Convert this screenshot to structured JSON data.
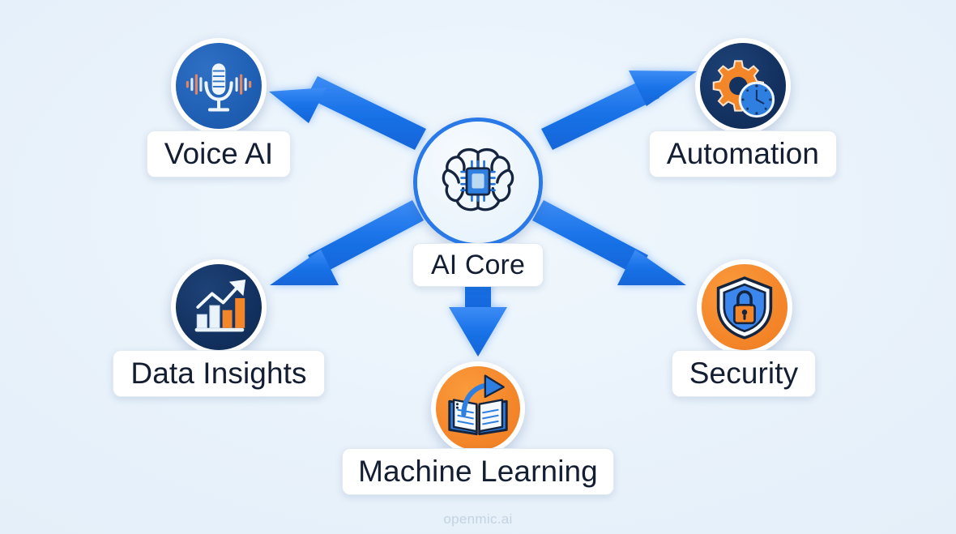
{
  "diagram": {
    "title": "AI Core",
    "watermark": "openmic.ai",
    "background_color": "#e9f2fb",
    "arrow_color": "#1a73e8",
    "center": {
      "label": "AI Core",
      "icon": "brain-chip-icon",
      "disc_color": "#eff6fc"
    },
    "nodes": [
      {
        "id": "voice-ai",
        "label": "Voice AI",
        "icon": "microphone-waveform-icon",
        "disc_color": "#1f5fb4",
        "arrow_direction": "up-left"
      },
      {
        "id": "automation",
        "label": "Automation",
        "icon": "gear-clock-icon",
        "disc_color": "#133160",
        "arrow_direction": "up-right"
      },
      {
        "id": "data-insights",
        "label": "Data Insights",
        "icon": "bar-chart-arrow-icon",
        "disc_color": "#133160",
        "arrow_direction": "down-left"
      },
      {
        "id": "security",
        "label": "Security",
        "icon": "shield-lock-icon",
        "disc_color": "#f4862a",
        "arrow_direction": "down-right"
      },
      {
        "id": "machine-learning",
        "label": "Machine Learning",
        "icon": "open-book-arrow-icon",
        "disc_color": "#f4862a",
        "arrow_direction": "down"
      }
    ]
  },
  "chart_data": {
    "type": "diagram",
    "title": "AI Core",
    "layout": "radial hub-and-spoke",
    "hub": "AI Core",
    "spokes": [
      "Voice AI",
      "Automation",
      "Data Insights",
      "Security",
      "Machine Learning"
    ],
    "edges": [
      {
        "from": "AI Core",
        "to": "Voice AI",
        "style": "arrow"
      },
      {
        "from": "AI Core",
        "to": "Automation",
        "style": "arrow"
      },
      {
        "from": "AI Core",
        "to": "Data Insights",
        "style": "arrow"
      },
      {
        "from": "AI Core",
        "to": "Security",
        "style": "arrow"
      },
      {
        "from": "AI Core",
        "to": "Machine Learning",
        "style": "arrow"
      }
    ]
  }
}
